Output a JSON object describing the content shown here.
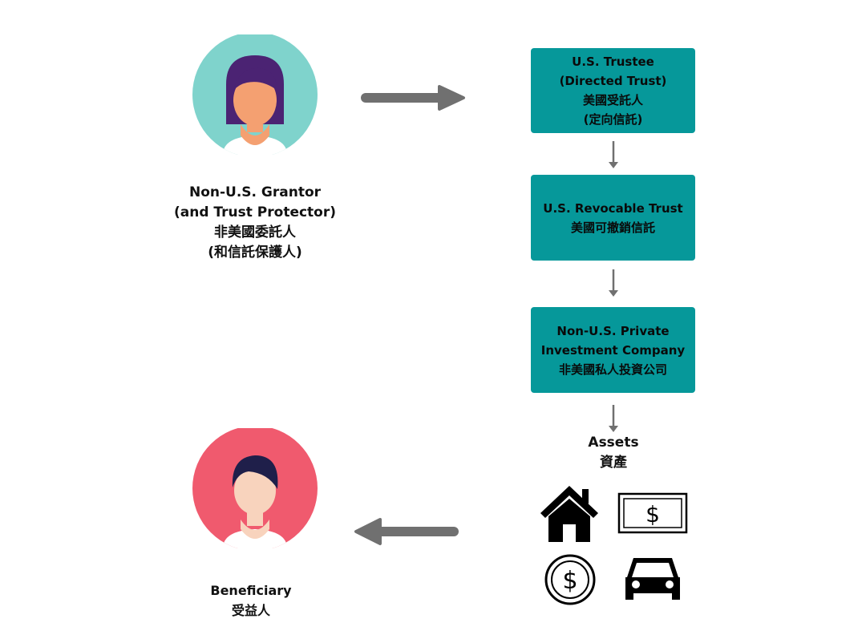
{
  "grantor": {
    "lines": [
      "Non-U.S. Grantor",
      "(and Trust Protector)",
      "非美國委託人",
      "(和信託保護人)"
    ],
    "avatar_bg": "#7fd3cc",
    "skin": "#f4a071",
    "hair": "#4b2373"
  },
  "beneficiary": {
    "lines": [
      "Beneficiary",
      "受益人"
    ],
    "avatar_bg": "#f05a6e",
    "skin": "#f8d3bd",
    "hair": "#1f1f4a"
  },
  "entities": [
    {
      "lines": [
        "U.S. Trustee",
        "(Directed Trust)",
        "美國受託人",
        "(定向信託)"
      ]
    },
    {
      "lines": [
        "U.S. Revocable Trust",
        "美國可撤銷信託"
      ]
    },
    {
      "lines": [
        "Non-U.S. Private",
        "Investment Company",
        "非美國私人投資公司"
      ]
    }
  ],
  "assets": {
    "lines": [
      "Assets",
      "資產"
    ],
    "icons": [
      "house-icon",
      "banknote-icon",
      "coin-icon",
      "car-icon"
    ]
  },
  "colors": {
    "box": "#06989a",
    "big_arrow": "#707070",
    "small_arrow": "#707070",
    "icon": "#000000"
  }
}
